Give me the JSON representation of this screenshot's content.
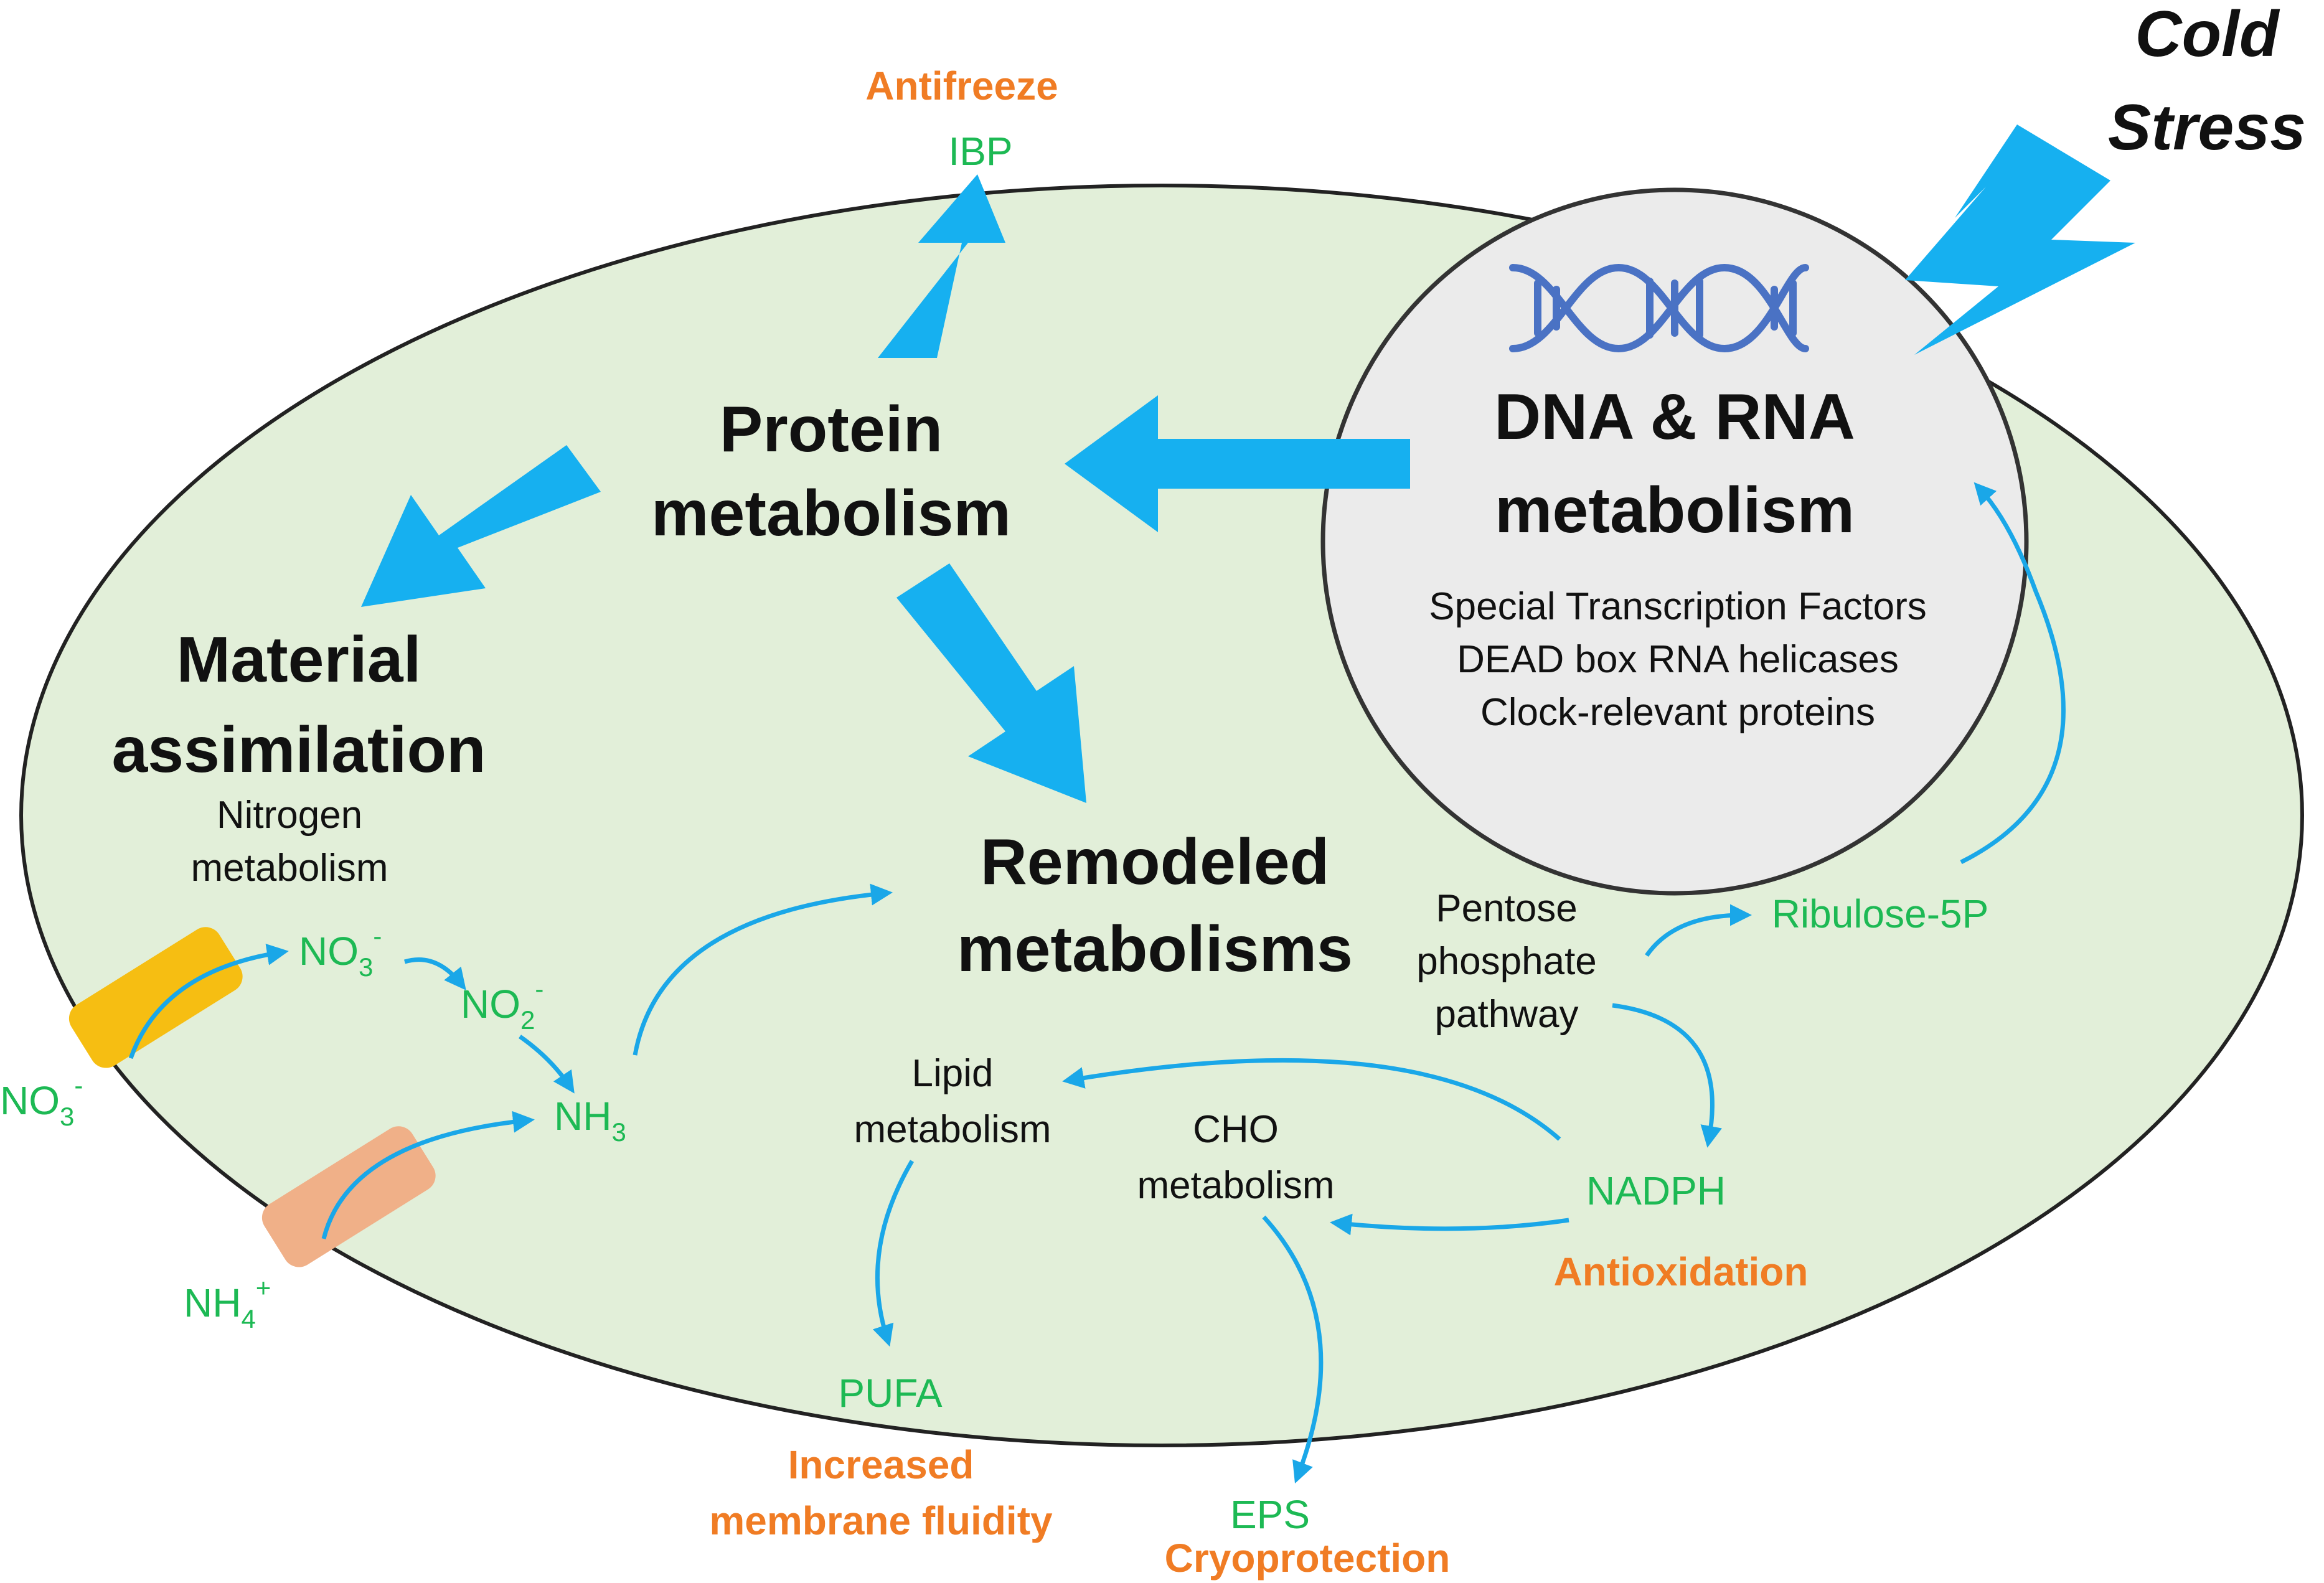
{
  "colors": {
    "cell_fill": "#e2efd9",
    "cell_stroke": "#222222",
    "arrow": "#16b0f0",
    "curve_arrow": "#1aa7e8",
    "nucleus_fill": "#ebebeb",
    "dna_icon": "#4a72c4",
    "label_green": "#1db954",
    "label_orange": "#f07c24",
    "nitrate_transporter": "#f6be12",
    "ammonium_transporter": "#f0b088"
  },
  "icons": [
    "dna-helix-icon",
    "lightning-bolt-icon"
  ],
  "stress": {
    "line1": "Cold",
    "line2": "Stress"
  },
  "nucleus": {
    "title_line1": "DNA & RNA",
    "title_line2": "metabolism",
    "items": [
      "Special Transcription Factors",
      "DEAD box RNA helicases",
      "Clock-relevant proteins"
    ]
  },
  "protein": {
    "title_line1": "Protein",
    "title_line2": "metabolism",
    "product": "IBP",
    "effect": "Antifreeze"
  },
  "material": {
    "title_line1": "Material",
    "title_line2": "assimilation",
    "sub_line1": "Nitrogen",
    "sub_line2": "metabolism"
  },
  "nitrogen": {
    "no3_out": "NO",
    "no3_out_sub": "3",
    "no3_out_sup": "-",
    "no3_in": "NO",
    "no3_in_sub": "3",
    "no3_in_sup": "-",
    "no2": "NO",
    "no2_sub": "2",
    "no2_sup": "-",
    "nh3": "NH",
    "nh3_sub": "3",
    "nh4": "NH",
    "nh4_sub": "4",
    "nh4_sup": "+"
  },
  "remodeled": {
    "title_line1": "Remodeled",
    "title_line2": "metabolisms"
  },
  "pentose": {
    "line1": "Pentose",
    "line2": "phosphate",
    "line3": "pathway",
    "ribulose": "Ribulose-5P",
    "nadph": "NADPH",
    "effect": "Antioxidation"
  },
  "lipid": {
    "line1": "Lipid",
    "line2": "metabolism",
    "product": "PUFA",
    "effect_line1": "Increased",
    "effect_line2": "membrane fluidity"
  },
  "cho": {
    "line1": "CHO",
    "line2": "metabolism",
    "product": "EPS",
    "effect": "Cryoprotection"
  }
}
